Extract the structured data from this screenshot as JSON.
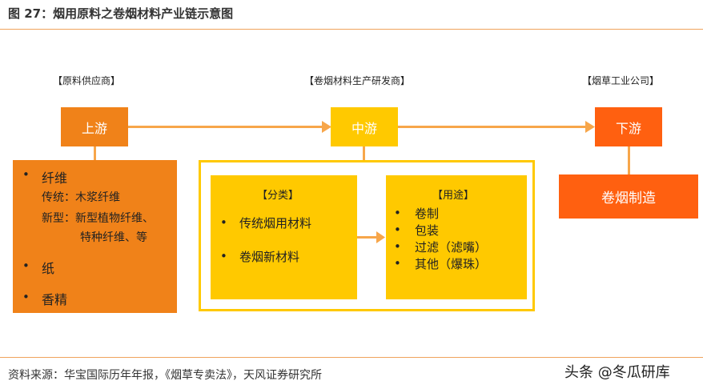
{
  "figure": {
    "title": "图 27：烟用原料之卷烟材料产业链示意图",
    "source": "资料来源：华宝国际历年年报，《烟草专卖法》，天风证券研究所",
    "watermark": "头条 @冬瓜研库"
  },
  "diagram": {
    "upstream": {
      "role": "【原料供应商】",
      "label": "上游",
      "details": {
        "fiber": "纤维",
        "traditional": "传统：木浆纤维",
        "new_line1": "新型：新型植物纤维、",
        "new_line2": "特种纤维、等",
        "paper": "纸",
        "flavor": "香精"
      }
    },
    "midstream": {
      "role": "【卷烟材料生产研发商】",
      "label": "中游",
      "classification": {
        "heading": "【分类】",
        "items": [
          "传统烟用材料",
          "卷烟新材料"
        ]
      },
      "usage": {
        "heading": "【用途】",
        "items": [
          "卷制",
          "包装",
          "过滤（滤嘴）",
          "其他（爆珠）"
        ]
      }
    },
    "downstream": {
      "role": "【烟草工业公司】",
      "label": "下游",
      "product": "卷烟制造"
    },
    "bullet_symbol": "•",
    "colors": {
      "upstream": "#f08219",
      "midstream": "#ffc900",
      "downstream": "#ff6010",
      "connector": "#f7a64a"
    }
  }
}
